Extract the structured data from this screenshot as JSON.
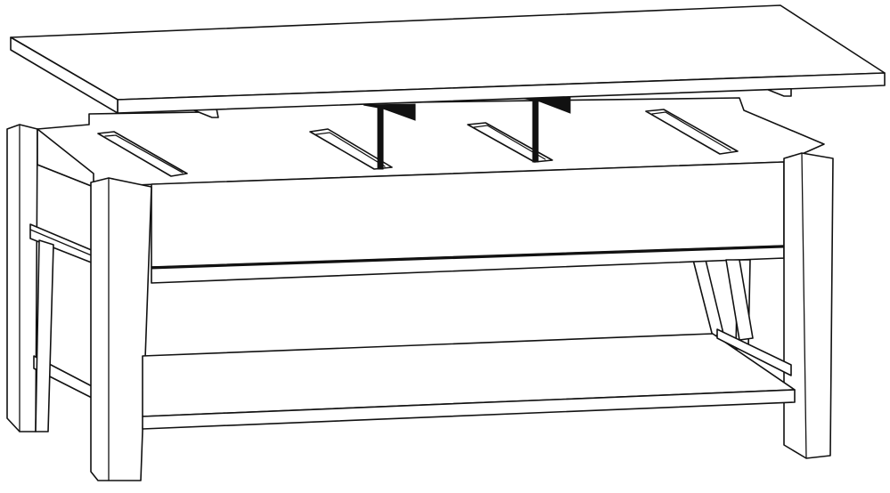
{
  "diagram": {
    "subject": "lift-top-coffee-table-exploded-view",
    "parts": [
      "tabletop",
      "lift-mechanism-left",
      "lift-mechanism-right",
      "apron-body",
      "front-left-leg",
      "back-left-leg",
      "front-right-leg",
      "back-right-leg",
      "lower-shelf"
    ],
    "line_color": "#111111",
    "fill_color": "#ffffff"
  }
}
